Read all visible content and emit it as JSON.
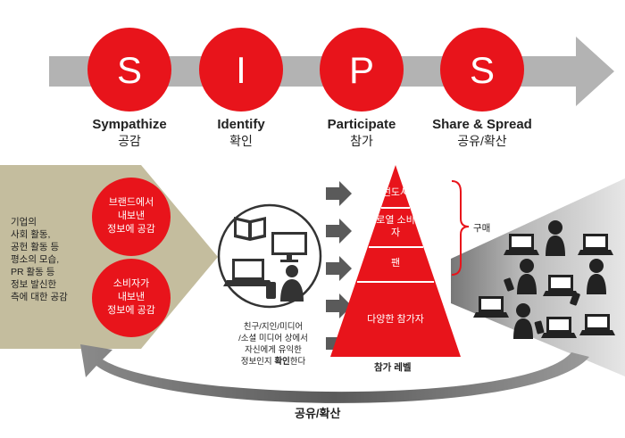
{
  "stages": [
    {
      "letter": "S",
      "en": "Sympathize",
      "ko": "공감"
    },
    {
      "letter": "I",
      "en": "Identify",
      "ko": "확인"
    },
    {
      "letter": "P",
      "en": "Participate",
      "ko": "참가"
    },
    {
      "letter": "S",
      "en": "Share & Spread",
      "ko": "공유/확산"
    }
  ],
  "left_panel": {
    "lines": [
      "기업의",
      "사회 활동,",
      "공헌 활동 등",
      "평소의 모습,",
      "PR 활동 등",
      "정보 발신한",
      "측에 대한 공감"
    ]
  },
  "empathy_circles": [
    {
      "lines": [
        "브랜드에서",
        "내보낸",
        "정보에 공감"
      ]
    },
    {
      "lines": [
        "소비자가",
        "내보낸",
        "정보에 공감"
      ]
    }
  ],
  "identify_text": {
    "lines": [
      "친구/지인/미디어",
      "/소셜 미디어 상에서",
      "자신에게 유익한",
      "정보인지 확인한다"
    ],
    "bold_word": "확인"
  },
  "pyramid": {
    "levels": [
      "선도사",
      "로열 소비자",
      "팬",
      "다양한 참가자"
    ],
    "caption": "참가 레벨",
    "bracket_label": "구매"
  },
  "share_label": "공유/확산",
  "colors": {
    "red": "#e8141b",
    "gray_arrow": "#b3b3b3",
    "khaki": "#c4bd9e",
    "dark_gray": "#5a5a5a"
  }
}
